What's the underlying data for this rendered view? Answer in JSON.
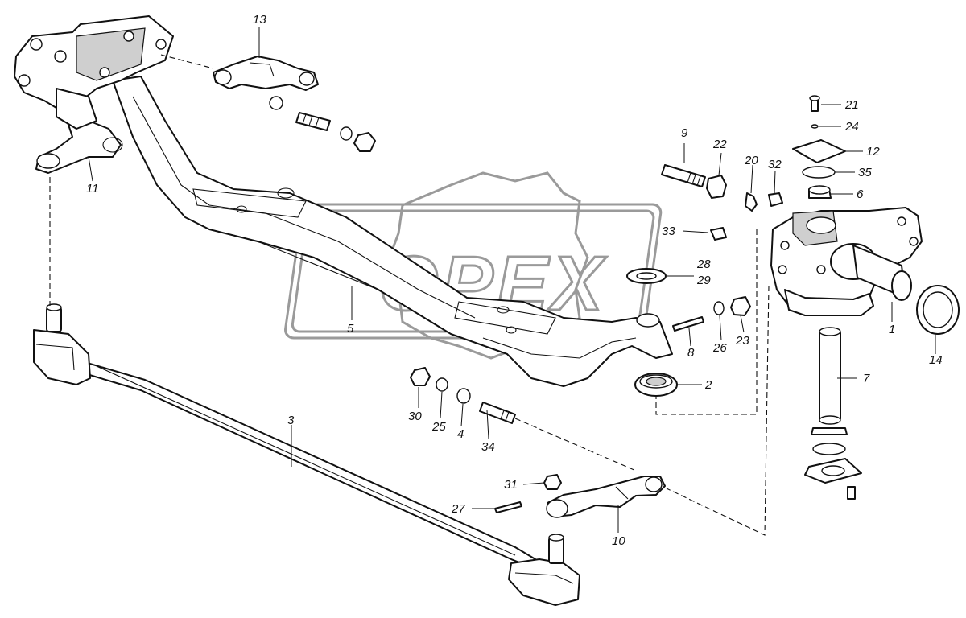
{
  "watermark": {
    "text": "OPEX"
  },
  "labels": {
    "p1": "1",
    "p2": "2",
    "p3": "3",
    "p4": "4",
    "p5": "5",
    "p6": "6",
    "p7": "7",
    "p8": "8",
    "p9": "9",
    "p10": "10",
    "p11": "11",
    "p12": "12",
    "p13": "13",
    "p14": "14",
    "p20": "20",
    "p21": "21",
    "p22": "22",
    "p23": "23",
    "p24": "24",
    "p25": "25",
    "p26": "26",
    "p27": "27",
    "p28": "28",
    "p29": "29",
    "p30": "30",
    "p31": "31",
    "p32": "32",
    "p33": "33",
    "p34": "34",
    "p35": "35"
  }
}
